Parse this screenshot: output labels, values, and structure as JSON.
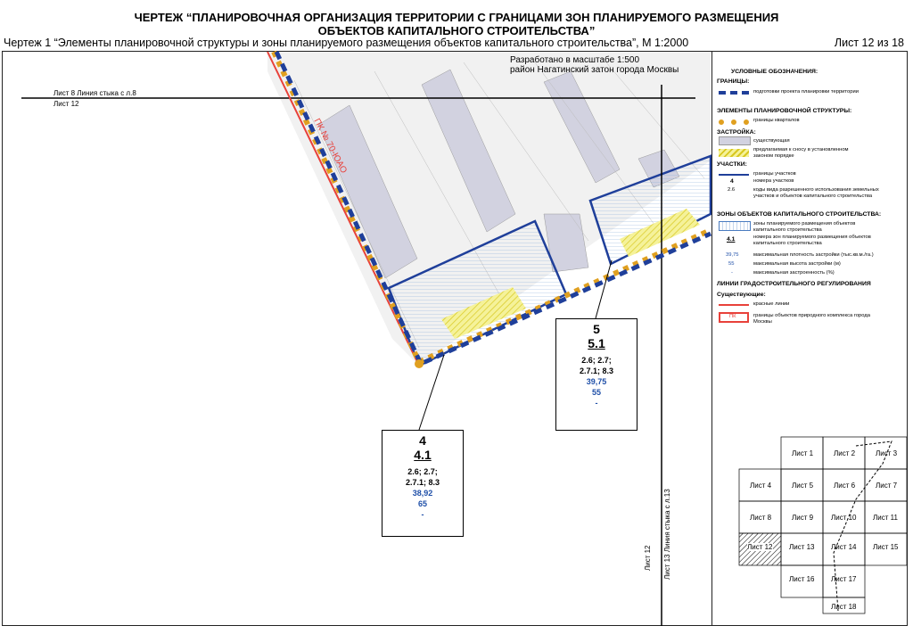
{
  "header": {
    "title_line1": "ЧЕРТЕЖ “ПЛАНИРОВОЧНАЯ ОРГАНИЗАЦИЯ ТЕРРИТОРИИ С ГРАНИЦАМИ ЗОН ПЛАНИРУЕМОГО РАЗМЕЩЕНИЯ",
    "title_line2": "ОБЪЕКТОВ КАПИТАЛЬНОГО СТРОИТЕЛЬСТВА”",
    "subtitle": "Чертеж 1 “Элементы планировочной структуры и зоны планируемого размещения объектов капитального строительства”, М 1:2000",
    "sheet": "Лист 12 из 18"
  },
  "map": {
    "scale_line1": "Разработано в масштабе 1:500",
    "scale_line2": "район Нагатинский затон города Москвы",
    "match_top_a": "Лист 8 Линия стыка с л.8",
    "match_top_b": "Лист 12",
    "match_right_a": "Лист 12",
    "match_right_b": "Лист 13 Линия стыка с л.13",
    "pk_label": "ПК № 70-ЮАО",
    "colors": {
      "red_line": "#e8413a",
      "blue": "#1f3f9a",
      "orange": "#e0a020",
      "hatch": "#e9e84a"
    }
  },
  "callouts": [
    {
      "number": "5",
      "zone": "5.1",
      "codes1": "2.6; 2.7;",
      "codes2": "2.7.1; 8.3",
      "density": "39,75",
      "height": "55",
      "percent": "-"
    },
    {
      "number": "4",
      "zone": "4.1",
      "codes1": "2.6; 2.7;",
      "codes2": "2.7.1; 8.3",
      "density": "38,92",
      "height": "65",
      "percent": "-"
    }
  ],
  "legend": {
    "title": "УСЛОВНЫЕ ОБОЗНАЧЕНИЯ:",
    "h_bounds": "ГРАНИЦЫ:",
    "bounds_item": "подготовки проекта планировки территории",
    "h_elements": "ЭЛЕМЕНТЫ ПЛАНИРОВОЧНОЙ СТРУКТУРЫ:",
    "elements_item": "границы кварталов",
    "h_build": "ЗАСТРОЙКА:",
    "build_existing": "существующая",
    "build_demolish": "предлагаемая к сносу в установленном законом порядке",
    "h_plots": "УЧАСТКИ:",
    "plots_bounds": "границы участков",
    "plots_num_sample": "4",
    "plots_num": "номера участков",
    "plots_code_sample": "2.6",
    "plots_code": "коды вида разрешенного использования земельных участков и объектов капитального строительства",
    "h_zones": "ЗОНЫ ОБЪЕКТОВ КАПИТАЛЬНОГО СТРОИТЕЛЬСТВА:",
    "zones_area": "зоны планируемого размещения объектов капитального строительства",
    "zones_num_sample": "4.1",
    "zones_num": "номера зон планируемого размещения объектов капитального строительства",
    "zones_density_sample": "39,75",
    "zones_density": "максимальная плотность застройки (тыс.кв.м./га.)",
    "zones_height_sample": "55",
    "zones_height": "максимальная высота застройки (м)",
    "zones_percent_sample": "-",
    "zones_percent": "максимальная застроенность (%)",
    "h_lines": "ЛИНИИ ГРАДОСТРОИТЕЛЬНОГО РЕГУЛИРОВАНИЯ",
    "h_existing": "Существующие:",
    "red_lines": "красные линии",
    "pk_sample": "ПК",
    "pk_bounds": "границы объектов природного комплекса города Москвы"
  },
  "keymap": {
    "sheets": [
      "Лист 1",
      "Лист 2",
      "Лист 3",
      "Лист 4",
      "Лист 5",
      "Лист 6",
      "Лист 7",
      "Лист 8",
      "Лист 9",
      "Лист 10",
      "Лист 11",
      "Лист 12",
      "Лист 13",
      "Лист 14",
      "Лист 15",
      "Лист 16",
      "Лист 17",
      "Лист 18"
    ],
    "current": "Лист 12"
  }
}
